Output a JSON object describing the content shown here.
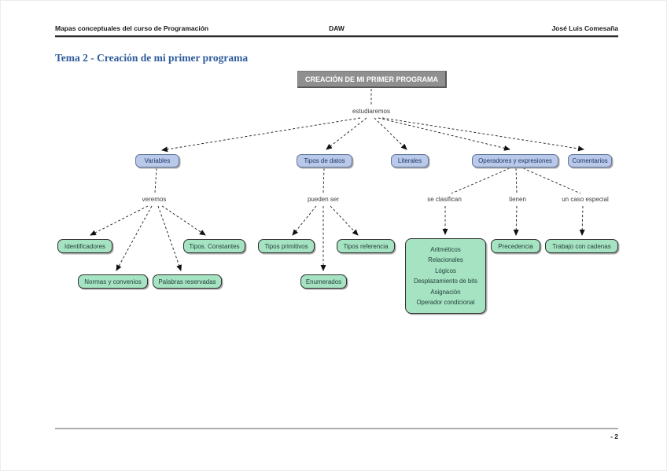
{
  "header": {
    "left": "Mapas conceptuales del curso de Programación",
    "center": "DAW",
    "right": "José Luis Comesaña"
  },
  "title": "Tema 2 - Creación de mi primer programa",
  "footer": {
    "page_number": "- 2"
  },
  "colors": {
    "title_blue": "#2e5b9b",
    "root_gray": "#8f8f8f",
    "node_blue_fill": "#b9c9e9",
    "node_blue_border": "#66779f",
    "node_green_fill": "#a6e3c3",
    "node_green_border": "#2f2f2f"
  },
  "concept_map": {
    "root": "CREACIÓN DE MI PRIMER PROGRAMA",
    "root_link": "estudiaremos",
    "level1": {
      "variables": "Variables",
      "tipos_de_datos": "Tipos de datos",
      "literales": "Literales",
      "operadores": "Operadores y expresiones",
      "comentarios": "Comentarios"
    },
    "links": {
      "veremos": "veremos",
      "pueden_ser": "pueden ser",
      "se_clasifican": "se clasifican",
      "tienen": "tienen",
      "caso_especial": "un caso especial"
    },
    "leaves": {
      "identificadores": "Identificadores",
      "tipos_constantes": "Tipos. Constantes",
      "normas_convenios": "Normas y convenios",
      "palabras_reservadas": "Palabras reservadas",
      "tipos_primitivos": "Tipos primitivos",
      "tipos_referencia": "Tipos referencia",
      "enumerados": "Enumerados",
      "precedencia": "Precedencia",
      "trabajo_cadenas": "Trabajo con cadenas"
    },
    "operadores_tipos": [
      "Aritméticos",
      "Relacionales",
      "Lógicos",
      "Desplazamiento de bits",
      "Asignación",
      "Operador condicional"
    ]
  }
}
